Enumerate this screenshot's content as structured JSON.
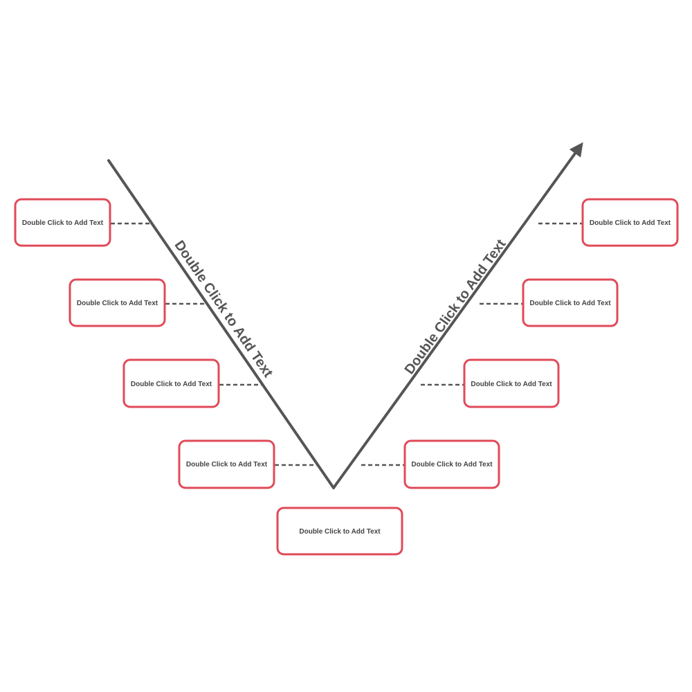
{
  "diagram": {
    "colors": {
      "line": "#555555",
      "box_border": "#e04a58",
      "text": "#444444",
      "background": "#ffffff"
    },
    "left_arm_label": "Double Click to Add Text",
    "right_arm_label": "Double Click to Add Text",
    "left_nodes": [
      {
        "label": "Double Click to Add Text"
      },
      {
        "label": "Double Click to Add Text"
      },
      {
        "label": "Double Click to Add Text"
      },
      {
        "label": "Double Click to Add Text"
      }
    ],
    "right_nodes": [
      {
        "label": "Double Click to Add Text"
      },
      {
        "label": "Double Click to Add Text"
      },
      {
        "label": "Double Click to Add Text"
      },
      {
        "label": "Double Click to Add Text"
      }
    ],
    "bottom_node": {
      "label": "Double Click to Add Text"
    }
  }
}
